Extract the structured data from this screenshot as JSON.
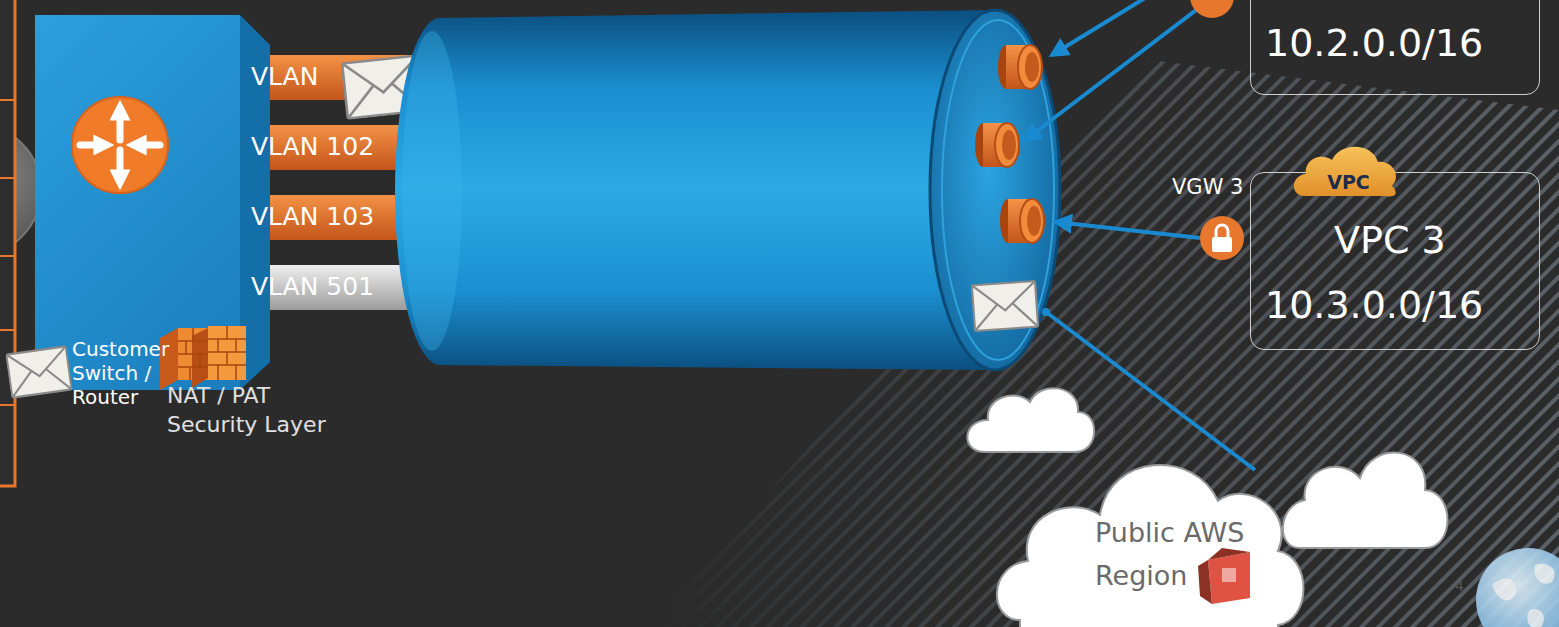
{
  "diagram": {
    "nodes": [
      {
        "text": [
          "Customer Switch / Router"
        ]
      },
      {
        "text": [
          "VLAN"
        ]
      },
      {
        "text": [
          "VLAN 102"
        ]
      },
      {
        "text": [
          "VLAN 103"
        ]
      },
      {
        "text": [
          "VLAN 501"
        ]
      },
      {
        "text": [
          "10.2.0.0/16"
        ]
      },
      {
        "text": [
          "VPC",
          "VPC 3",
          "10.3.0.0/16"
        ]
      },
      {
        "text": [
          "Public AWS Region"
        ]
      }
    ],
    "labels": [
      "VGW 3",
      "NAT / PAT Security Layer",
      "4"
    ]
  }
}
